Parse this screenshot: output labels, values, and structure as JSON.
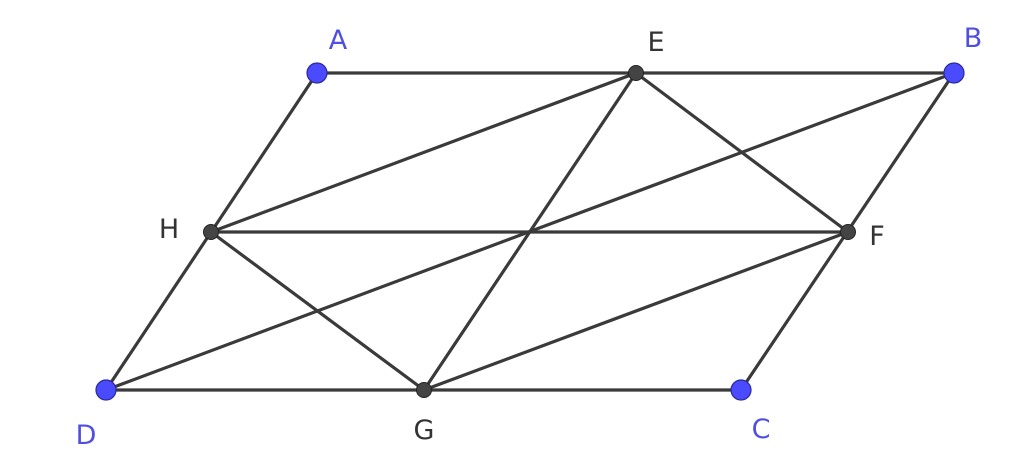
{
  "points": {
    "A": {
      "label": "A",
      "kind": "free"
    },
    "B": {
      "label": "B",
      "kind": "free"
    },
    "C": {
      "label": "C",
      "kind": "free"
    },
    "D": {
      "label": "D",
      "kind": "free"
    },
    "E": {
      "label": "E",
      "kind": "dependent"
    },
    "F": {
      "label": "F",
      "kind": "dependent"
    },
    "G": {
      "label": "G",
      "kind": "dependent"
    },
    "H": {
      "label": "H",
      "kind": "dependent"
    }
  },
  "segments": [
    [
      "A",
      "B"
    ],
    [
      "B",
      "C"
    ],
    [
      "C",
      "D"
    ],
    [
      "D",
      "A"
    ],
    [
      "H",
      "E"
    ],
    [
      "E",
      "G"
    ],
    [
      "E",
      "F"
    ],
    [
      "H",
      "F"
    ],
    [
      "H",
      "G"
    ],
    [
      "G",
      "F"
    ],
    [
      "D",
      "B"
    ]
  ],
  "colors": {
    "free_point": "#4a4aff",
    "dependent_point": "#444444",
    "segment": "#3a3a3a",
    "free_label": "#5050e0",
    "dependent_label": "#333333"
  }
}
